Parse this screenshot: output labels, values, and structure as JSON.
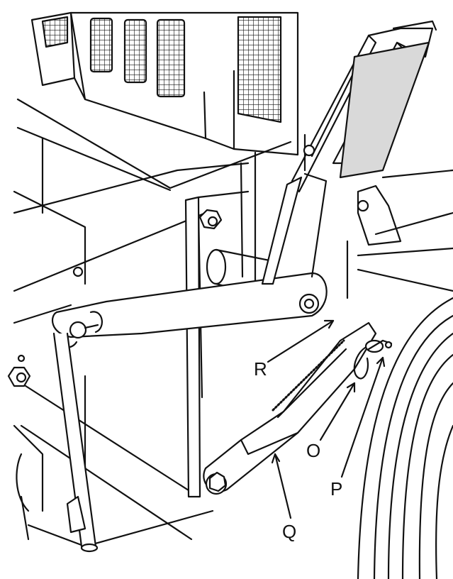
{
  "labels": {
    "r": "R",
    "o": "O",
    "p": "P",
    "q": "Q"
  },
  "colors": {
    "ink": "#111111",
    "paper": "#ffffff",
    "shade": "#d9d9d9"
  }
}
